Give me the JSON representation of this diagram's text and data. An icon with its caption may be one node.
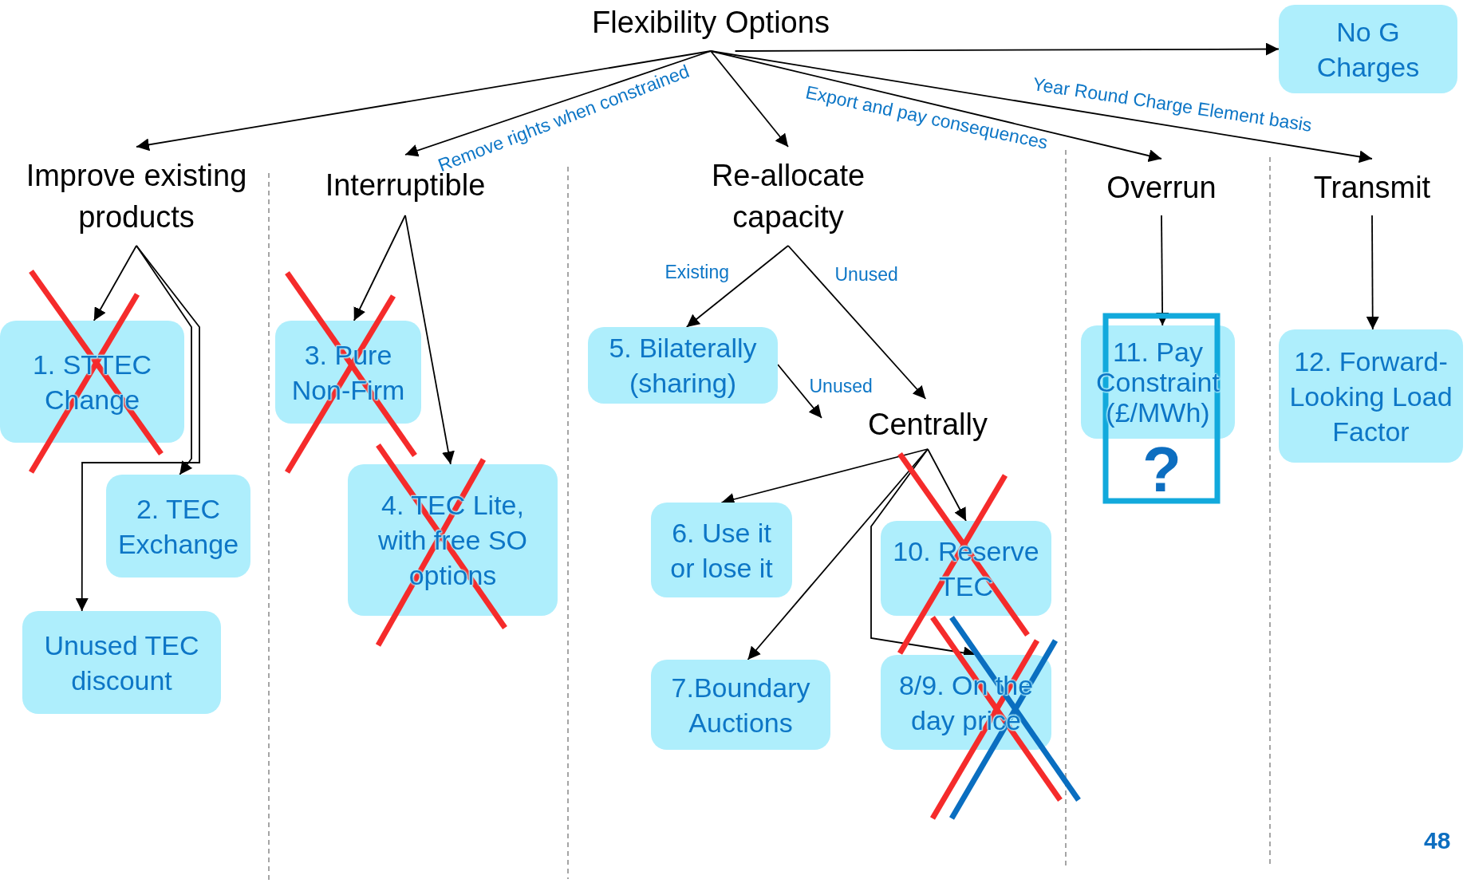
{
  "diagram": {
    "nodes": [
      {
        "text": [
          "Flexibility Options"
        ]
      },
      {
        "text": [
          "No G Charges"
        ]
      },
      {
        "text": [
          "Improve existing products"
        ]
      },
      {
        "text": [
          "Interruptible"
        ]
      },
      {
        "text": [
          "Re-allocate capacity"
        ]
      },
      {
        "text": [
          "Overrun"
        ]
      },
      {
        "text": [
          "Transmit"
        ]
      },
      {
        "text": [
          "1. STTEC Change"
        ]
      },
      {
        "text": [
          "2. TEC Exchange"
        ]
      },
      {
        "text": [
          "Unused TEC discount"
        ]
      },
      {
        "text": [
          "3. Pure Non-Firm"
        ]
      },
      {
        "text": [
          "4. TEC Lite, with free SO options"
        ]
      },
      {
        "text": [
          "5. Bilaterally (sharing)"
        ]
      },
      {
        "text": [
          "Centrally"
        ]
      },
      {
        "text": [
          "6. Use it or lose it"
        ]
      },
      {
        "text": [
          "10. Reserve TEC"
        ]
      },
      {
        "text": [
          "7.Boundary Auctions"
        ]
      },
      {
        "text": [
          "8/9. On the day price"
        ]
      },
      {
        "text": [
          "11. Pay Constraint (£/MWh)"
        ]
      },
      {
        "text": [
          "12. Forward-Looking Load Factor"
        ]
      }
    ],
    "edges": [
      {
        "from": 0,
        "to": 1,
        "arrow": "to"
      },
      {
        "from": 0,
        "to": 2,
        "arrow": "to"
      },
      {
        "from": 0,
        "to": 3,
        "arrow": "to",
        "label": "Remove rights when constrained"
      },
      {
        "from": 0,
        "to": 4,
        "arrow": "to"
      },
      {
        "from": 0,
        "to": 5,
        "arrow": "to",
        "label": "Export and pay consequences"
      },
      {
        "from": 0,
        "to": 6,
        "arrow": "to",
        "label": "Year Round Charge Element basis"
      },
      {
        "from": 2,
        "to": 7,
        "arrow": "to"
      },
      {
        "from": 2,
        "to": 8,
        "arrow": "to"
      },
      {
        "from": 2,
        "to": 9,
        "arrow": "to"
      },
      {
        "from": 3,
        "to": 10,
        "arrow": "to"
      },
      {
        "from": 3,
        "to": 11,
        "arrow": "to"
      },
      {
        "from": 4,
        "to": 12,
        "arrow": "to",
        "label": "Existing"
      },
      {
        "from": 4,
        "to": 13,
        "arrow": "to",
        "label": "Unused"
      },
      {
        "from": 12,
        "to": 13,
        "arrow": "to",
        "label": "Unused"
      },
      {
        "from": 13,
        "to": 14,
        "arrow": "to"
      },
      {
        "from": 13,
        "to": 16,
        "arrow": "to"
      },
      {
        "from": 13,
        "to": 15,
        "arrow": "to"
      },
      {
        "from": 13,
        "to": 17,
        "arrow": "to"
      },
      {
        "from": 5,
        "to": 18,
        "arrow": "to"
      },
      {
        "from": 6,
        "to": 19,
        "arrow": "to"
      }
    ],
    "labels": [
      "?",
      "48"
    ]
  }
}
